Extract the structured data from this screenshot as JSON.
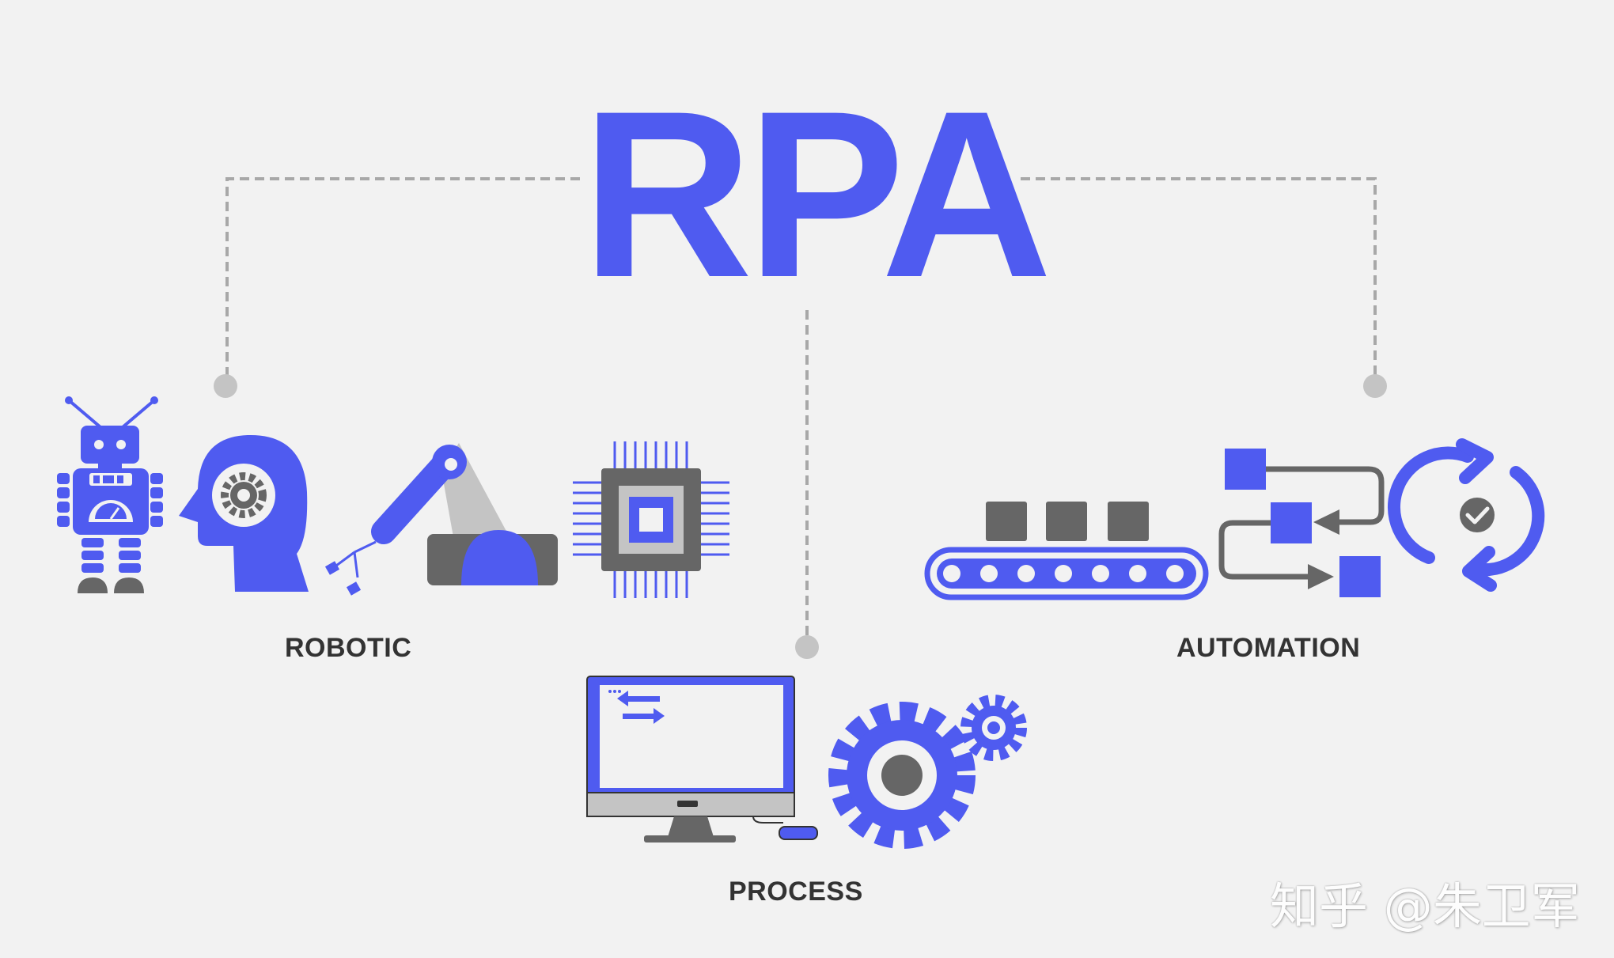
{
  "title": "RPA",
  "labels": {
    "robotic": "ROBOTIC",
    "process": "PROCESS",
    "automation": "AUTOMATION"
  },
  "watermark": "知乎 @朱卫军",
  "colors": {
    "accent": "#4f5bf0",
    "dark_gray": "#666666",
    "light_gray": "#c4c4c4",
    "connector": "#a8a8a8",
    "background": "#f2f2f2"
  },
  "icons": {
    "robotic": [
      "robot-icon",
      "head-gear-icon",
      "robotic-arm-icon",
      "cpu-chip-icon"
    ],
    "process": [
      "computer-monitor-icon",
      "large-gear-icon",
      "small-gear-icon"
    ],
    "automation": [
      "conveyor-belt-icon",
      "workflow-icon",
      "refresh-check-icon"
    ]
  }
}
